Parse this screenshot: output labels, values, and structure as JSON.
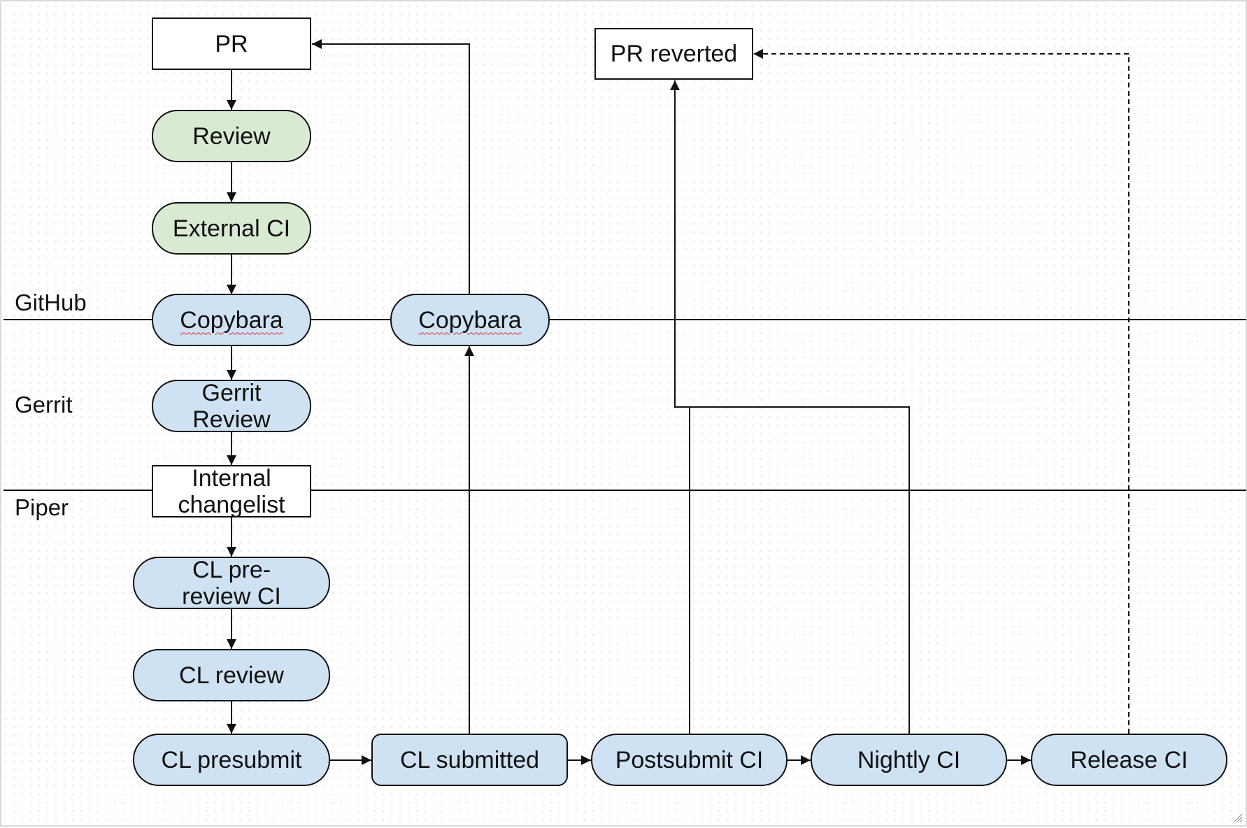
{
  "lanes": {
    "github": "GitHub",
    "gerrit": "Gerrit",
    "piper": "Piper"
  },
  "nodes": {
    "pr": "PR",
    "review": "Review",
    "external_ci": "External CI",
    "copybara_in": "Copybara",
    "copybara_out": "Copybara",
    "gerrit_review": "Gerrit Review",
    "internal_changelist": "Internal changelist",
    "cl_prereview_ci": "CL pre-review CI",
    "cl_review": "CL review",
    "cl_presubmit": "CL presubmit",
    "cl_submitted": "CL submitted",
    "postsubmit_ci": "Postsubmit CI",
    "nightly_ci": "Nightly CI",
    "release_ci": "Release CI",
    "pr_reverted": "PR reverted"
  },
  "colors": {
    "green_fill": "#d9ead3",
    "blue_fill": "#cfe2f3",
    "stroke": "#111111",
    "spellcheck_underline": "#e03030"
  }
}
